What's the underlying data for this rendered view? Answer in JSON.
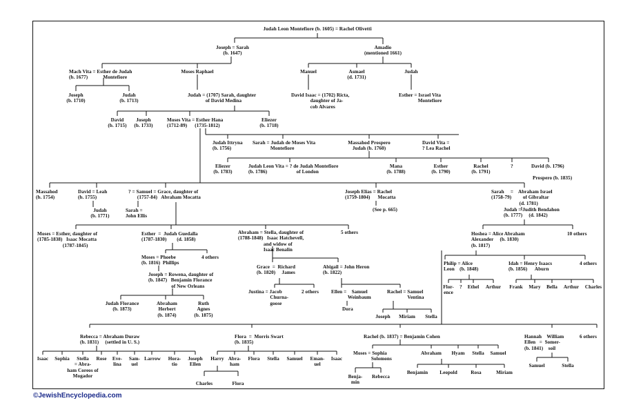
{
  "credit": "©JewishEncyclopedia.com",
  "nodes": {
    "root": "Judah Leon Montefiore (b. 1605) = Rachel Olivetti",
    "joseph_sarah": "Joseph = Sarah\n(b. 1647)",
    "amadio": "Amadio\n(mentioned 1661)",
    "mach_vita": "Mach Vita = Esther de Judah\n(b. 1677)            Montefiore",
    "moses_raphael": "Moses Raphael",
    "manuel": "Manuel",
    "asmael": "Asmael\n(d. 1731)",
    "judah_a": "Judah",
    "joseph_1710": "Joseph\n(b. 1710)",
    "judah_1713": "Judah\n(b. 1713)",
    "judah_1707": "Judah = (1707) Sarah, daughter\n              of David Medina",
    "david_isaac": "David Isaac = (1702) Ricta,\n               daughter of Ja-\n               cob Alvares",
    "esther_israel": "Esther = Israel Vita\n               Montefiore",
    "david_1715": "David\n(b. 1715)",
    "joseph_1733": "Joseph\n(b. 1733)",
    "moses_vita": "Moses Vita = Esther Hana\n(1712-89)      (1735-1812)",
    "eliezer_1718": "Eliezer\n(b. 1718)",
    "judah_ittryna": "Judah Ittryna\n(b. 1756)",
    "sarah_judah": "Sarah = Judah de Moses Vita\n              Montefiore",
    "massahod_prospero": "Massahod Prospero\nJudah (b. 1760)",
    "david_vita": "David Vita =\n? Lea Rachel",
    "eliezer_1783": "Eliezer\n(b. 1783)",
    "judah_leon_vita": "Judah Leon Vita = ? de Judah Montefiore\n(b. 1786)                       of London",
    "mana": "Mana\n(b. 1788)",
    "esther_1790": "Esther\n(b. 1790)",
    "rachel_1791": "Rachel\n(b. 1791)",
    "question": "?",
    "david_1796": "David (b. 1796)",
    "prospero_1835": "Prospero (b. 1835)",
    "massahod_1754": "Massahod\n(b. 1754)",
    "david_leah": "David = Leah\n(b. 1755)",
    "judah_1771": "Judah\n(b. 1771)",
    "samuel_grace": "? = Samuel = Grace, daughter of\n       (1757-84)   Abraham Mocatta",
    "sarah_ellis": "Sarah =\nJohn Ellis",
    "joseph_elias": "Joseph Elias = Rachel\n(1759-1804)      Mocatta",
    "see_p665": "(See p. 665)",
    "sarah_abraham": "Sarah     =    Abraham Israel\n(1758-79)         of Gibraltar\n                      (d. 1781)",
    "judah_judith": "Judah = Judith Bendahon\n(b. 1777)     (d. 1842)",
    "moses_esther": "Moses = Esther, daughter of\n(1785-1838)   Isaac Mocatta\n                    (1787-1845)",
    "esther_judah": "Esther  =  Judah Guedalla\n(1787-1830)        (d. 1858)",
    "abraham_stella": "Abraham = Stella, daughter of\n(1788-1848)   Isaac Hatchevell,\n                    and widow of\n                    Isaac Benalin",
    "five_others": "5 others",
    "hoshea_alice": "Hoshea = Alice Abraham\nAlexander     (b. 1830)\n(b. 1817)",
    "ten_others": "10 others",
    "moses_phoebe": "Moses = Phoebe\n(b. 1816)  Phillips",
    "four_others_a": "4 others",
    "joseph_rowena": "Joseph = Rowena, daughter of\n(b. 1847)   Benjamin Florance\n                  of New Orleans",
    "grace_richard": "Grace  =  Richard\n(b. 1820)     James",
    "abigail_john": "Abigail = John Heron\n(b. 1822)",
    "philip_alice": "Philip = Alice\nLeon    (b. 1848)",
    "idah_henry": "Idah = Henry Isaacs\n(b. 1856)      Aburn",
    "four_others_b": "4 others",
    "justina_jacob": "Justina = Jacob\n                 Churna-\n                 goose",
    "two_others": "2 others",
    "ellen_samuel": "Ellen =    Samuel\n             Weinbaum",
    "rachel_samuel": "Rachel = Samuel\n                Ventina",
    "dora": "Dora",
    "joseph_v": "Joseph",
    "miriam_v": "Miriam",
    "stella_v": "Stella",
    "florence": "Flor-\nence",
    "q_alice": "?",
    "ethel": "Ethel",
    "arthur_a": "Arthur",
    "frank": "Frank",
    "mary": "Mary",
    "bella": "Bella",
    "arthur_b": "Arthur",
    "charles_a": "Charles",
    "judah_florance": "Judah Florance\n(b. 1873)",
    "abraham_herbert": "Abraham\nHerbert\n(b. 1874)",
    "ruth_agnes": "Ruth\nAgnes\n(b. 1875)",
    "rebecca_abraham": "Rebecca = Abraham Duraw\n(b. 1831)     (settled in U. S.)",
    "flora_morris": "Flora  =  Morris Swart\n(b. 1835)",
    "rachel_benjamin": "Rachel (b. 1837) = Benjamin Cohen",
    "hannah_william": "Hannah    William\nEllen   =  Somer-\n(b. 1841)    soil",
    "six_others": "6 others",
    "isaac_a": "Isaac",
    "sophia": "Sophia",
    "stella_abraham": "Stella\n= Abra-\nham Coreos of\nMogador",
    "rose": "Rose",
    "evelina": "Eve-\nlina",
    "samuel_r": "Sam-\nuel",
    "larrow": "Larrow",
    "horatio": "Hora-\ntio",
    "joseph_ellen": "Joseph\nEllen",
    "harry": "Harry",
    "abraham_f": "Abra-\nham",
    "flora_f": "Flora",
    "stella_f": "Stella",
    "samuel_f": "Samuel",
    "emanuel": "Eman-\nuel",
    "isaac_f": "Isaac",
    "charles_f": "Charles",
    "flora_g": "Flora",
    "moses_sophia": "Moses = Sophia\n              Solomons",
    "benjamin_b": "Benja-\nmin",
    "rebecca_b": "Rebecca",
    "abraham_c": "Abraham",
    "hyam": "Hyam",
    "stella_c": "Stella",
    "samuel_c": "Samuel",
    "benjamin_c": "Benjamin",
    "leopold": "Leopold",
    "rosa": "Rosa",
    "miriam_c": "Miriam",
    "samuel_h": "Samuel",
    "stella_h": "Stella"
  }
}
